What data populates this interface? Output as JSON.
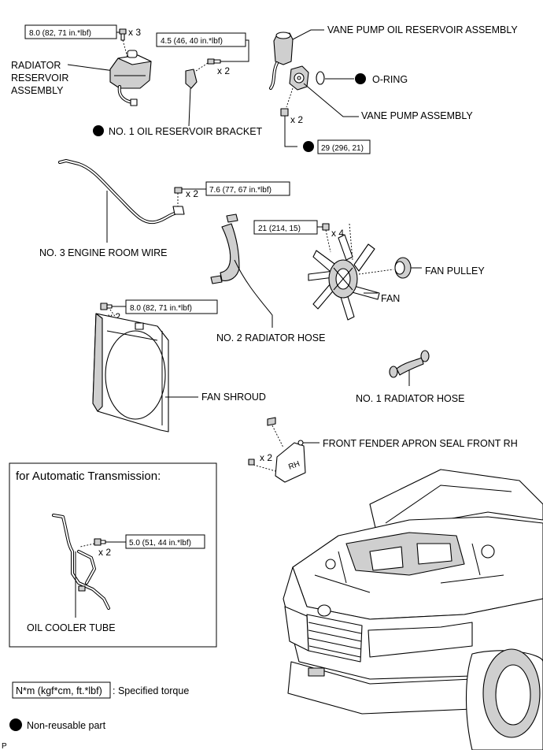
{
  "labels": {
    "radiator_reservoir_1": "RADIATOR",
    "radiator_reservoir_2": "RESERVOIR",
    "radiator_reservoir_3": "ASSEMBLY",
    "no1_oil_reservoir_bracket": "NO. 1 OIL RESERVOIR BRACKET",
    "vane_pump_oil_reservoir": "VANE PUMP OIL RESERVOIR ASSEMBLY",
    "o_ring": "O-RING",
    "vane_pump_assembly": "VANE PUMP ASSEMBLY",
    "no3_engine_room_wire": "NO. 3 ENGINE ROOM WIRE",
    "fan_pulley": "FAN PULLEY",
    "fan": "FAN",
    "no2_radiator_hose": "NO. 2 RADIATOR HOSE",
    "fan_shroud": "FAN SHROUD",
    "no1_radiator_hose": "NO. 1 RADIATOR HOSE",
    "front_fender_apron_seal": "FRONT FENDER APRON SEAL FRONT RH",
    "for_automatic_transmission": "for Automatic Transmission:",
    "oil_cooler_tube": "OIL COOLER TUBE",
    "apron_seal_mark": "RH"
  },
  "torques": {
    "reservoir_bolt": "8.0 (82, 71 in.*lbf)",
    "bracket_bolt": "4.5 (46, 40 in.*lbf)",
    "vane_pump_bolt": "29 (296, 21)",
    "wire_nut": "7.6 (77, 67 in.*lbf)",
    "fan_nut": "21 (214, 15)",
    "shroud_bolt": "8.0 (82, 71 in.*lbf)",
    "oil_cooler_bolt": "5.0 (51, 44 in.*lbf)"
  },
  "quantities": {
    "reservoir_bolt": "x 3",
    "bracket_bolt": "x 2",
    "vane_pump_bolt": "x 2",
    "wire_nut": "x 2",
    "fan_nut": "x 4",
    "shroud_bolt": "x 2",
    "apron_seal_clip": "x 2",
    "oil_cooler_bolt": "x 2"
  },
  "legend": {
    "torque_unit": "N*m (kgf*cm, ft.*lbf)",
    "torque_desc": ": Specified torque",
    "nonreusable_desc": "Non-reusable part"
  },
  "corner_mark": "P"
}
